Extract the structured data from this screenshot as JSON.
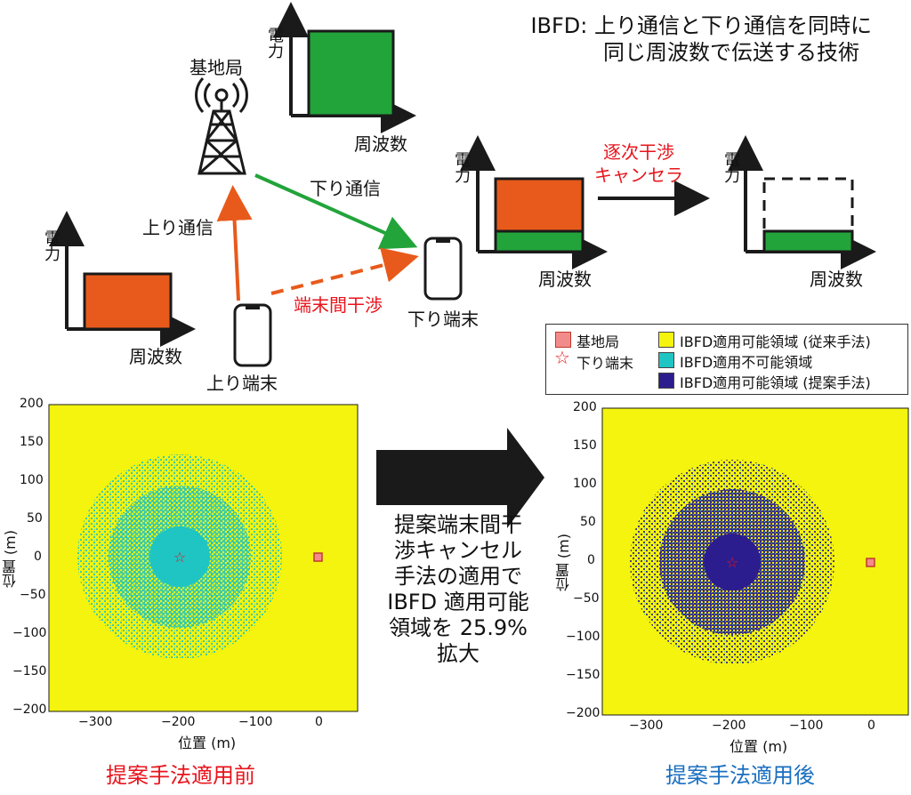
{
  "title_line1": "IBFD: 上り通信と下り通信を同時に",
  "title_line2": "同じ周波数で伝送する技術",
  "base_station_label": "基地局",
  "downlink_label": "下り通信",
  "uplink_label": "上り通信",
  "interference_label": "端末間干渉",
  "uplink_terminal_label": "上り端末",
  "downlink_terminal_label": "下り端末",
  "sic_label": "逐次干渉\nキャンセラ",
  "power_axis": "電力",
  "freq_axis": "周波数",
  "middle_text": "提案端末間干\n渉キャンセル\n手法の適用で\nIBFD 適用可能\n領域を 25.9%\n拡大",
  "colors": {
    "orange": "#e85a1b",
    "green": "#22a43a",
    "yellow": "#f4f40e",
    "cyan": "#1ec5c3",
    "navy": "#2c1d8e",
    "red_text": "#e8141c",
    "blue_text": "#1a6fc0"
  },
  "legend": {
    "base_station": "基地局",
    "downlink_terminal": "下り端末",
    "ibfd_conventional": "IBFD適用可能領域 (従来手法)",
    "ibfd_not_applicable": "IBFD適用不可能領域",
    "ibfd_proposed": "IBFD適用可能領域 (提案手法)"
  },
  "plots": {
    "x_label": "位置 (m)",
    "y_label": "位置 (m)",
    "x_ticks": [
      "−300",
      "−200",
      "−100",
      "0"
    ],
    "y_ticks": [
      "200",
      "150",
      "100",
      "50",
      "0",
      "−50",
      "−100",
      "−150",
      "−200"
    ],
    "before_caption": "提案手法適用前",
    "after_caption": "提案手法適用後"
  }
}
